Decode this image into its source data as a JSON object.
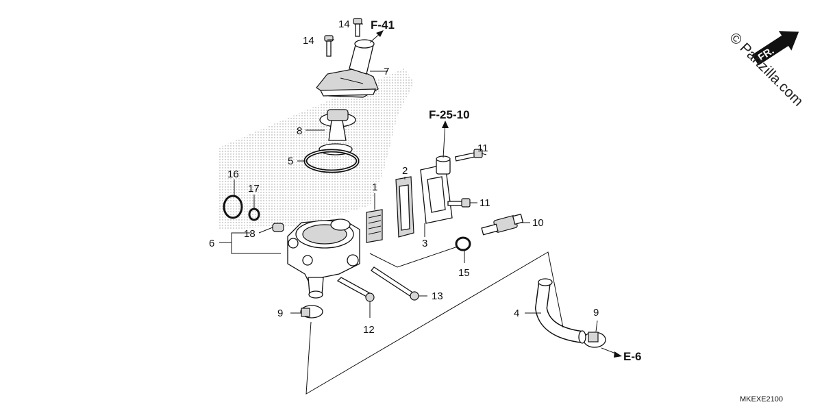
{
  "diagram": {
    "callouts": {
      "c1": "1",
      "c2": "2",
      "c3": "3",
      "c4": "4",
      "c5": "5",
      "c6": "6",
      "c7": "7",
      "c8": "8",
      "c9a": "9",
      "c9b": "9",
      "c10": "10",
      "c11a": "11",
      "c11b": "11",
      "c12": "12",
      "c13": "13",
      "c14a": "14",
      "c14b": "14",
      "c15": "15",
      "c16": "16",
      "c17": "17",
      "c18": "18"
    },
    "references": {
      "f41": "F-41",
      "f2510": "F-25-10",
      "e6": "E-6"
    },
    "direction_label": "FR.",
    "watermark": "© Partzilla.com",
    "diagram_code": "MKEXE2100"
  }
}
